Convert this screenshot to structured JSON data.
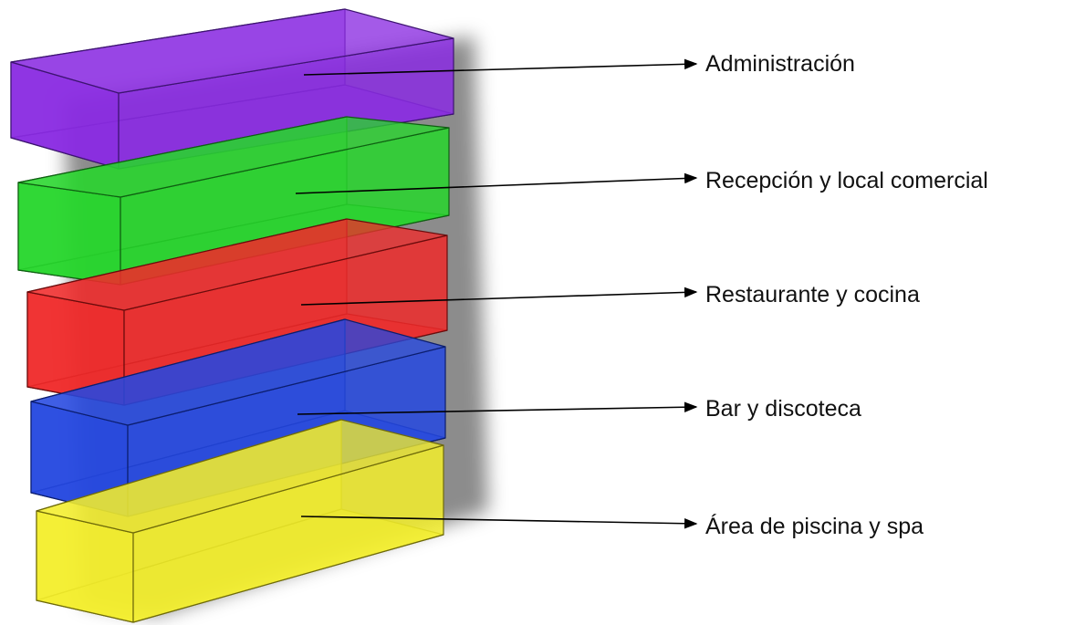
{
  "levels": [
    {
      "id": "administracion",
      "label": "Administración",
      "color": "#8a2be2",
      "edge": "#3d1470"
    },
    {
      "id": "recepcion",
      "label": "Recepción y local comercial",
      "color": "#27d62c",
      "edge": "#0f5f12"
    },
    {
      "id": "restaurante",
      "label": "Restaurante y cocina",
      "color": "#ef2a2a",
      "edge": "#6a0c0c"
    },
    {
      "id": "bar",
      "label": "Bar y discoteca",
      "color": "#2548e0",
      "edge": "#0c1e6e"
    },
    {
      "id": "piscina",
      "label": "Área de piscina y spa",
      "color": "#f3ee2c",
      "edge": "#6e6a0a"
    }
  ]
}
